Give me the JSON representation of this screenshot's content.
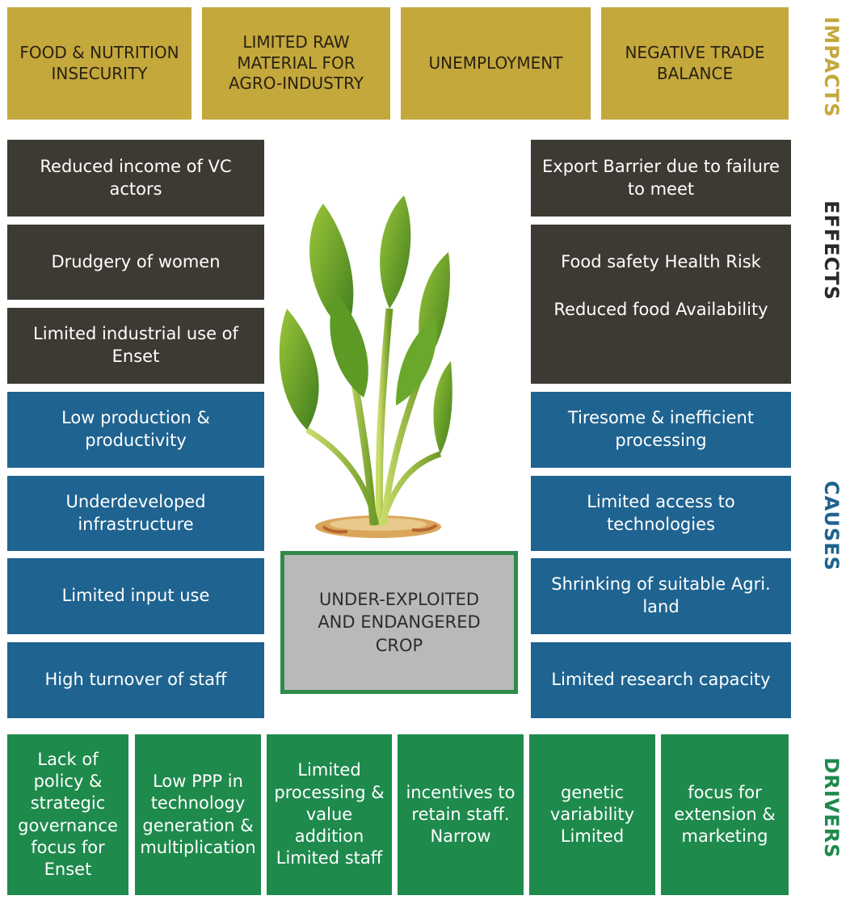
{
  "impacts": [
    "FOOD & NUTRITION INSECURITY",
    "LIMITED RAW MATERIAL FOR AGRO-INDUSTRY",
    "UNEMPLOYMENT",
    "NEGATIVE TRADE BALANCE"
  ],
  "effects_left": [
    "Reduced income of VC actors",
    "Drudgery of women",
    "Limited industrial use of Enset"
  ],
  "effects_right": [
    "Export Barrier due to failure to meet",
    "Food safety Health Risk",
    "Reduced food Availability"
  ],
  "causes_left": [
    "Low production & productivity",
    "Underdeveloped infrastructure",
    "Limited input use",
    "High turnover of staff"
  ],
  "causes_right": [
    "Tiresome & inefficient processing",
    "Limited access to technologies",
    "Shrinking of suitable Agri. land",
    "Limited research capacity"
  ],
  "core_problem": "UNDER-EXPLOITED AND ENDANGERED CROP",
  "drivers": [
    "Lack of policy & strategic governance focus for Enset",
    "Low PPP in technology generation & multiplication",
    "Limited processing & value addition Limited staff",
    "incentives to retain staff. Narrow",
    "genetic variability Limited",
    "focus for extension & marketing"
  ],
  "side_labels": {
    "impacts": "IMPACTS",
    "effects": "EFFECTS",
    "causes": "CAUSES",
    "drivers": "DRIVERS"
  },
  "colors": {
    "impacts": "#c4a83c",
    "effects": "#3d3a33",
    "causes": "#1f6390",
    "drivers": "#1e8a4c",
    "core": "#b9b9b9",
    "core_border": "#2f8a4a"
  },
  "illustration": "enset-plant-icon"
}
